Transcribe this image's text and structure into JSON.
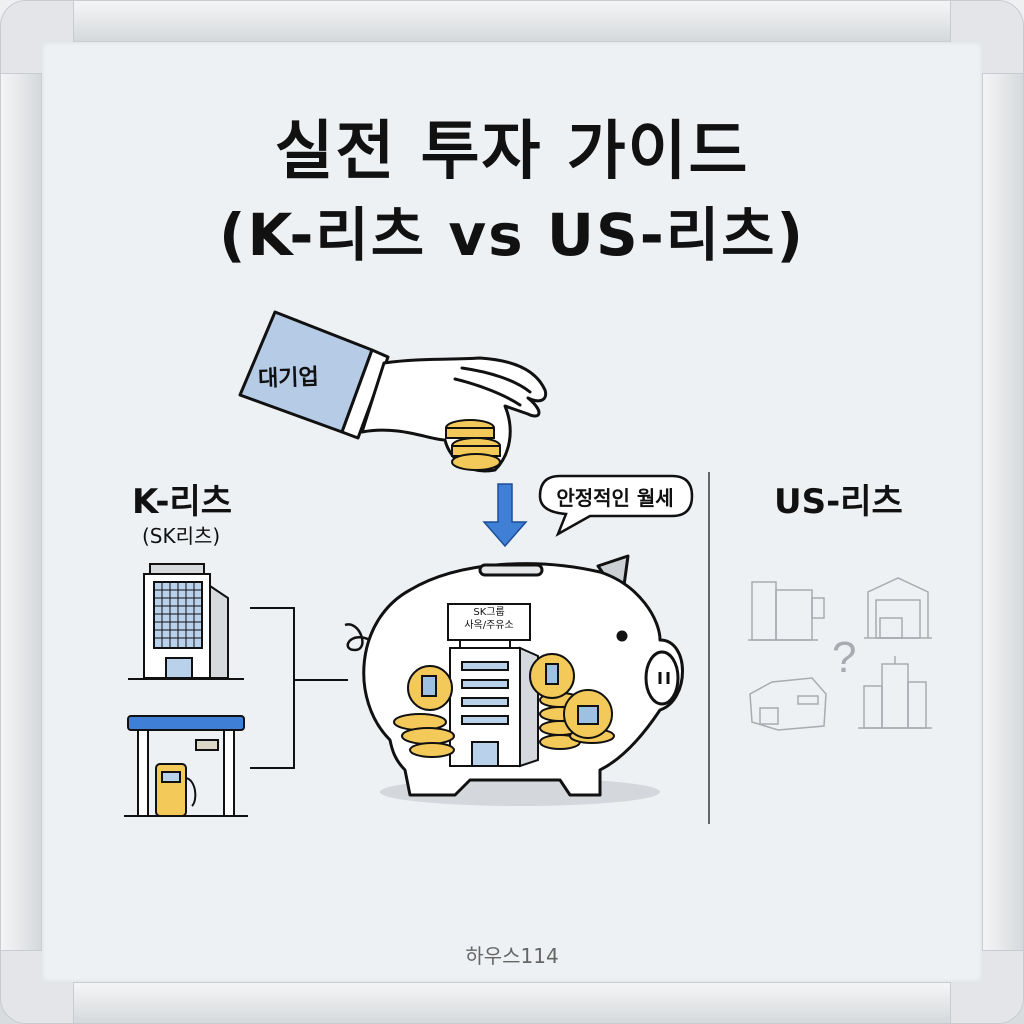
{
  "title": {
    "line1": "실전 투자 가이드",
    "line2": "(K-리츠 vs US-리츠)"
  },
  "left_section": {
    "label": "K-리츠",
    "sublabel": "(SK리츠)",
    "icons": [
      "office-building-icon",
      "gas-station-icon"
    ]
  },
  "center": {
    "sleeve_label": "대기업",
    "speech_bubble": "안정적인 월세",
    "building_sign_line1": "SK그룹",
    "building_sign_line2": "사옥/주유소",
    "icons": [
      "hand-icon",
      "coin-stack-icon",
      "down-arrow-icon",
      "piggy-bank-icon"
    ]
  },
  "right_section": {
    "label": "US-리츠",
    "icons": [
      "office-building-icon",
      "warehouse-icon",
      "question-mark-icon",
      "factory-icon",
      "apartment-icon"
    ]
  },
  "footer": {
    "text": "하우스114"
  },
  "colors": {
    "accent_blue": "#3f7fd6",
    "sleeve_blue": "#b5cbe6",
    "coin_gold": "#f3c95a",
    "board_bg": "#eef1f3",
    "muted_gray": "#a8acb0"
  }
}
